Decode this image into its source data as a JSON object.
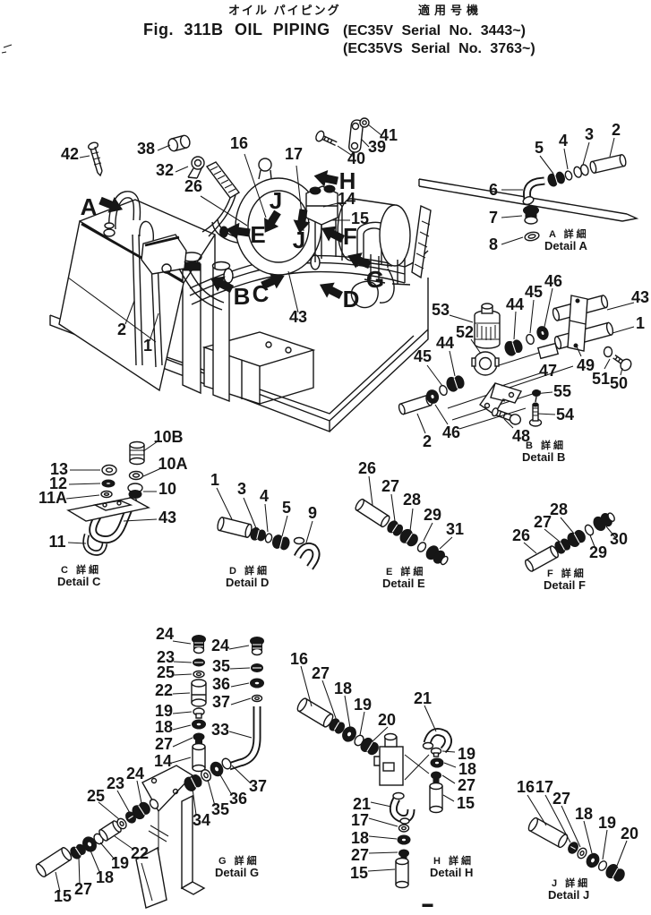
{
  "figure_header": {
    "fig_no": "Fig. 311B",
    "title_jp": "オイル パイピング",
    "title_en": "OIL PIPING",
    "applicability_jp": "適用号機",
    "serial_line_1": "(EC35V Serial No. 3443~)",
    "serial_line_2": "(EC35VS Serial No. 3763~)"
  },
  "main_view": {
    "callouts": [
      "42",
      "38",
      "32",
      "26",
      "16",
      "17",
      "40",
      "39",
      "41",
      "14",
      "15",
      "43",
      "2",
      "1"
    ],
    "view_letters": [
      "A",
      "B",
      "C",
      "D",
      "E",
      "F",
      "G",
      "H",
      "J",
      "J"
    ]
  },
  "details": {
    "a": {
      "label_jp": "A 詳細",
      "label_en": "Detail A",
      "callouts": [
        "5",
        "4",
        "3",
        "2",
        "6",
        "7",
        "8"
      ]
    },
    "b": {
      "label_jp": "B 詳細",
      "label_en": "Detail B",
      "callouts": [
        "53",
        "52",
        "44",
        "45",
        "46",
        "43",
        "1",
        "44",
        "45",
        "49",
        "51",
        "50",
        "47",
        "55",
        "54",
        "48",
        "46",
        "2"
      ]
    },
    "c": {
      "label_jp": "C 詳細",
      "label_en": "Detail C",
      "callouts": [
        "10B",
        "10A",
        "10",
        "13",
        "12",
        "11A",
        "11",
        "43"
      ]
    },
    "d": {
      "label_jp": "D 詳細",
      "label_en": "Detail D",
      "callouts": [
        "1",
        "3",
        "4",
        "5",
        "9"
      ]
    },
    "e": {
      "label_jp": "E 詳細",
      "label_en": "Detail E",
      "callouts": [
        "26",
        "27",
        "28",
        "29",
        "31"
      ]
    },
    "f": {
      "label_jp": "F 詳細",
      "label_en": "Detail F",
      "callouts": [
        "26",
        "27",
        "28",
        "29",
        "30"
      ]
    },
    "g": {
      "label_jp": "G 詳細",
      "label_en": "Detail G",
      "callouts": [
        "24",
        "23",
        "25",
        "22",
        "19",
        "18",
        "27",
        "14",
        "24",
        "35",
        "36",
        "37",
        "33",
        "37",
        "36",
        "35",
        "34",
        "24",
        "23",
        "25",
        "22",
        "19",
        "18",
        "27",
        "15"
      ]
    },
    "h": {
      "label_jp": "H 詳細",
      "label_en": "Detail H",
      "callouts": [
        "16",
        "27",
        "18",
        "19",
        "20",
        "21",
        "19",
        "18",
        "27",
        "15",
        "21",
        "17",
        "18",
        "27",
        "15"
      ]
    },
    "j": {
      "label_jp": "J 詳細",
      "label_en": "Detail J",
      "callouts": [
        "16",
        "17",
        "27",
        "18",
        "19",
        "20"
      ]
    }
  }
}
